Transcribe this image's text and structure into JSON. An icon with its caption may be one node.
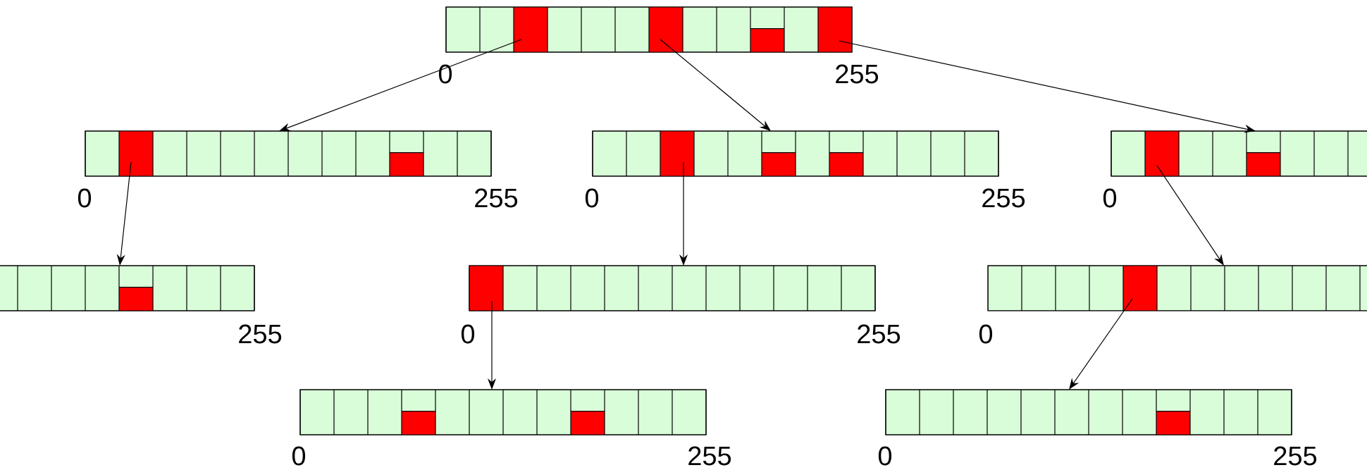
{
  "diagram": {
    "nodes": [
      {
        "text": [],
        "shape": "bar",
        "beside": [
          "0",
          "255"
        ]
      },
      {
        "text": [],
        "shape": "bar",
        "beside": [
          "0",
          "255"
        ]
      },
      {
        "text": [],
        "shape": "bar",
        "beside": [
          "0",
          "255"
        ]
      },
      {
        "text": [],
        "shape": "bar",
        "beside": [
          "0"
        ]
      },
      {
        "text": [],
        "shape": "bar",
        "beside": [
          "255"
        ]
      },
      {
        "text": [],
        "shape": "bar",
        "beside": [
          "0",
          "255"
        ]
      },
      {
        "text": [],
        "shape": "bar",
        "beside": [
          "0"
        ]
      },
      {
        "text": [],
        "shape": "bar",
        "beside": [
          "0",
          "255"
        ]
      },
      {
        "text": [],
        "shape": "bar",
        "beside": [
          "0",
          "255"
        ]
      }
    ],
    "edges": [
      {
        "from": 0,
        "to": 1,
        "arrow": "to"
      },
      {
        "from": 0,
        "to": 2,
        "arrow": "to"
      },
      {
        "from": 0,
        "to": 3,
        "arrow": "to"
      },
      {
        "from": 1,
        "to": 4,
        "arrow": "to"
      },
      {
        "from": 2,
        "to": 5,
        "arrow": "to"
      },
      {
        "from": 3,
        "to": 6,
        "arrow": "to"
      },
      {
        "from": 5,
        "to": 7,
        "arrow": "to"
      },
      {
        "from": 6,
        "to": 8,
        "arrow": "to"
      }
    ]
  }
}
